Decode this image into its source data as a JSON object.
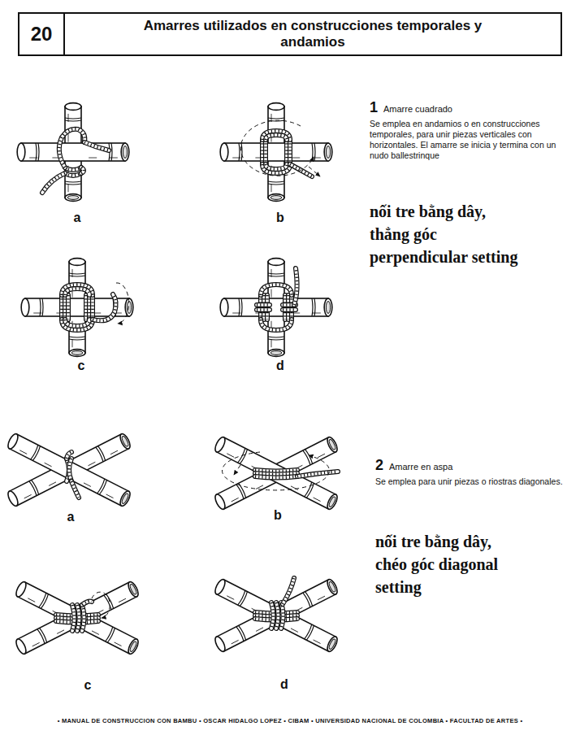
{
  "diagram": {
    "title": "Amarres utilizados en construcciones temporales y andamios",
    "nodes": [
      {
        "text": [
          "20"
        ]
      }
    ],
    "labels": [
      "1",
      "Amarre cuadrado",
      "Se emplea en andamios o en construcciones temporales, para unir piezas verticales con horizontales. El amarre se inicia y termina con un nudo ballestrinque",
      "a",
      "b",
      "c",
      "d",
      "nối tre bằng dây, thẳng góc perpendicular setting",
      "2",
      "Amarre en aspa",
      "Se emplea para unir piezas o riostras diagonales.",
      "a",
      "b",
      "c",
      "d",
      "nối tre bằng dây, chéo góc diagonal setting",
      "• MANUAL DE CONSTRUCCION CON BAMBU • OSCAR HIDALGO LOPEZ • CIBAM • UNIVERSIDAD NACIONAL DE COLOMBIA • FACULTAD DE ARTES •"
    ]
  }
}
